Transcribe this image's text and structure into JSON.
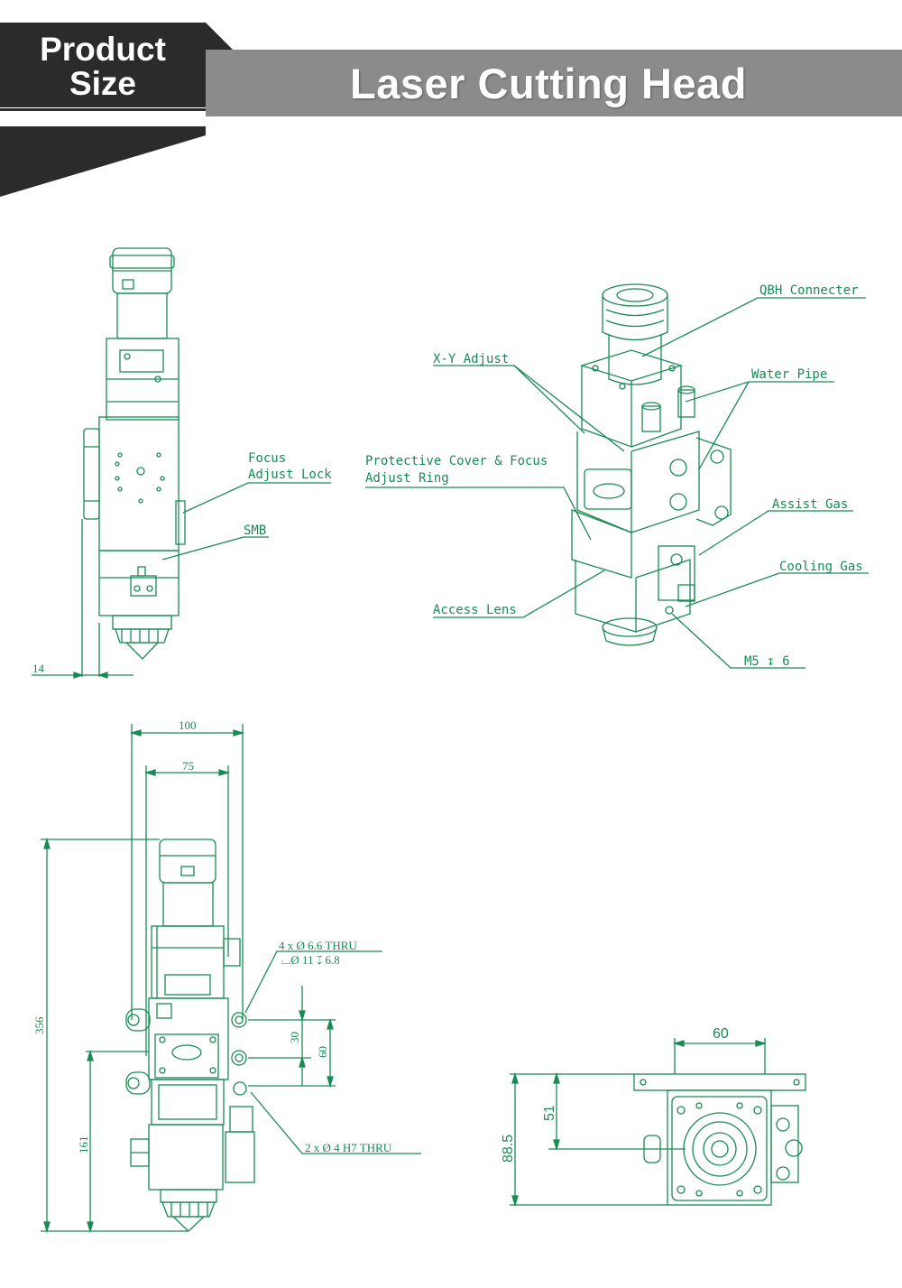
{
  "header": {
    "badge_line1": "Product",
    "badge_line2": "Size",
    "title": "Laser Cutting Head"
  },
  "colors": {
    "drawing": "#1a8a55",
    "header_gray": "#8b8b8b",
    "badge_dark": "#2b2b2b"
  },
  "side_view": {
    "label_focus_1": "Focus",
    "label_focus_2": "Adjust Lock",
    "label_smb": "SMB",
    "dim_offset": "14"
  },
  "iso_view": {
    "qbh": "QBH Connecter",
    "xy_adjust": "X-Y Adjust",
    "water_pipe": "Water Pipe",
    "protective_1": "Protective Cover & Focus",
    "protective_2": "Adjust Ring",
    "assist_gas": "Assist Gas",
    "cooling_gas": "Cooling Gas",
    "access_lens": "Access Lens",
    "m5": "M5  ↧ 6"
  },
  "front_view": {
    "dim_width": "100",
    "dim_inner": "75",
    "dim_height": "356",
    "dim_lower": "161",
    "dim_30": "30",
    "dim_60": "60",
    "hole_note_1": "4 x Ø 6.6 THRU",
    "hole_note_2": "⌴Ø 11 ↧ 6.8",
    "pin_note": "2 x Ø 4  H7 THRU"
  },
  "top_view": {
    "dim_width": "60",
    "dim_51": "51",
    "dim_885": "88.5"
  }
}
